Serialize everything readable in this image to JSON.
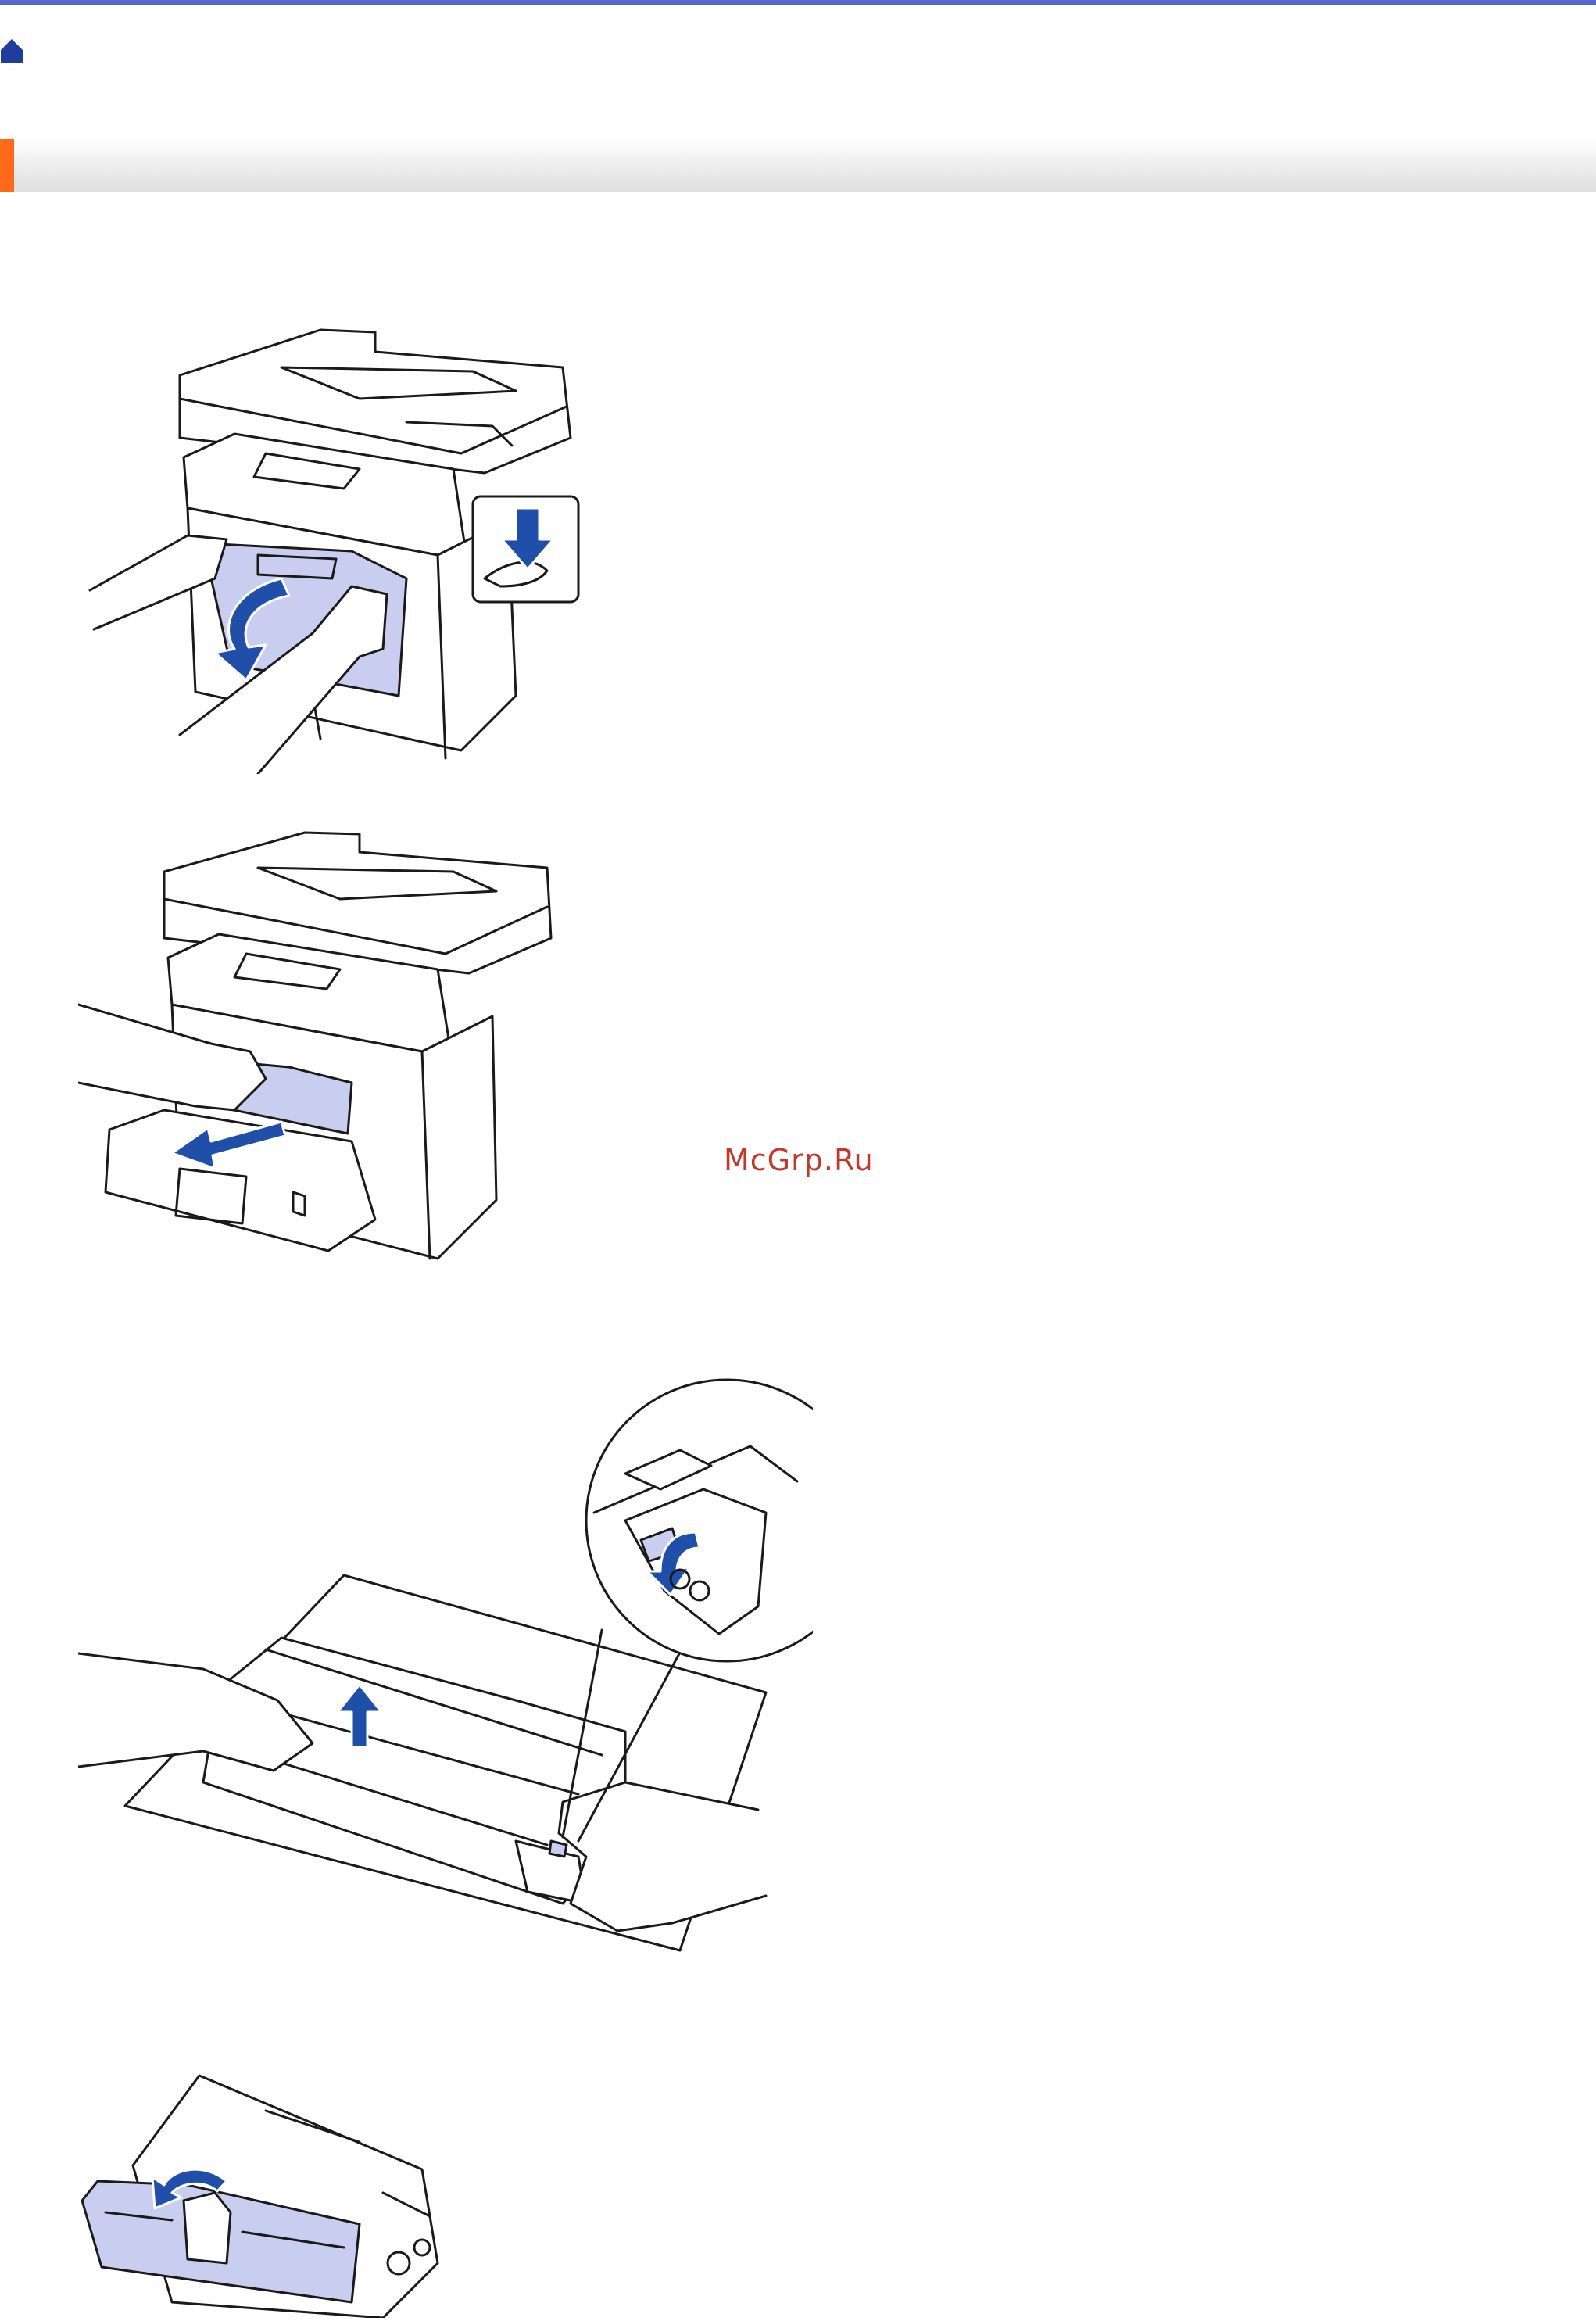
{
  "header": {
    "home_icon": "home-icon",
    "accent_color": "#5566cc"
  },
  "section": {
    "accent_color": "#ff6a1a"
  },
  "illustrations": [
    {
      "id": "step-open-front-cover",
      "icon": "printer-open-cover-illustration"
    },
    {
      "id": "step-remove-drum-assembly",
      "icon": "printer-remove-drum-illustration"
    },
    {
      "id": "step-press-lock-lever",
      "icon": "drum-lock-lever-illustration"
    },
    {
      "id": "step-toner-cartridge",
      "icon": "toner-cartridge-illustration"
    }
  ],
  "watermark": {
    "text": "McGrp.Ru",
    "color": "#c0392b"
  }
}
